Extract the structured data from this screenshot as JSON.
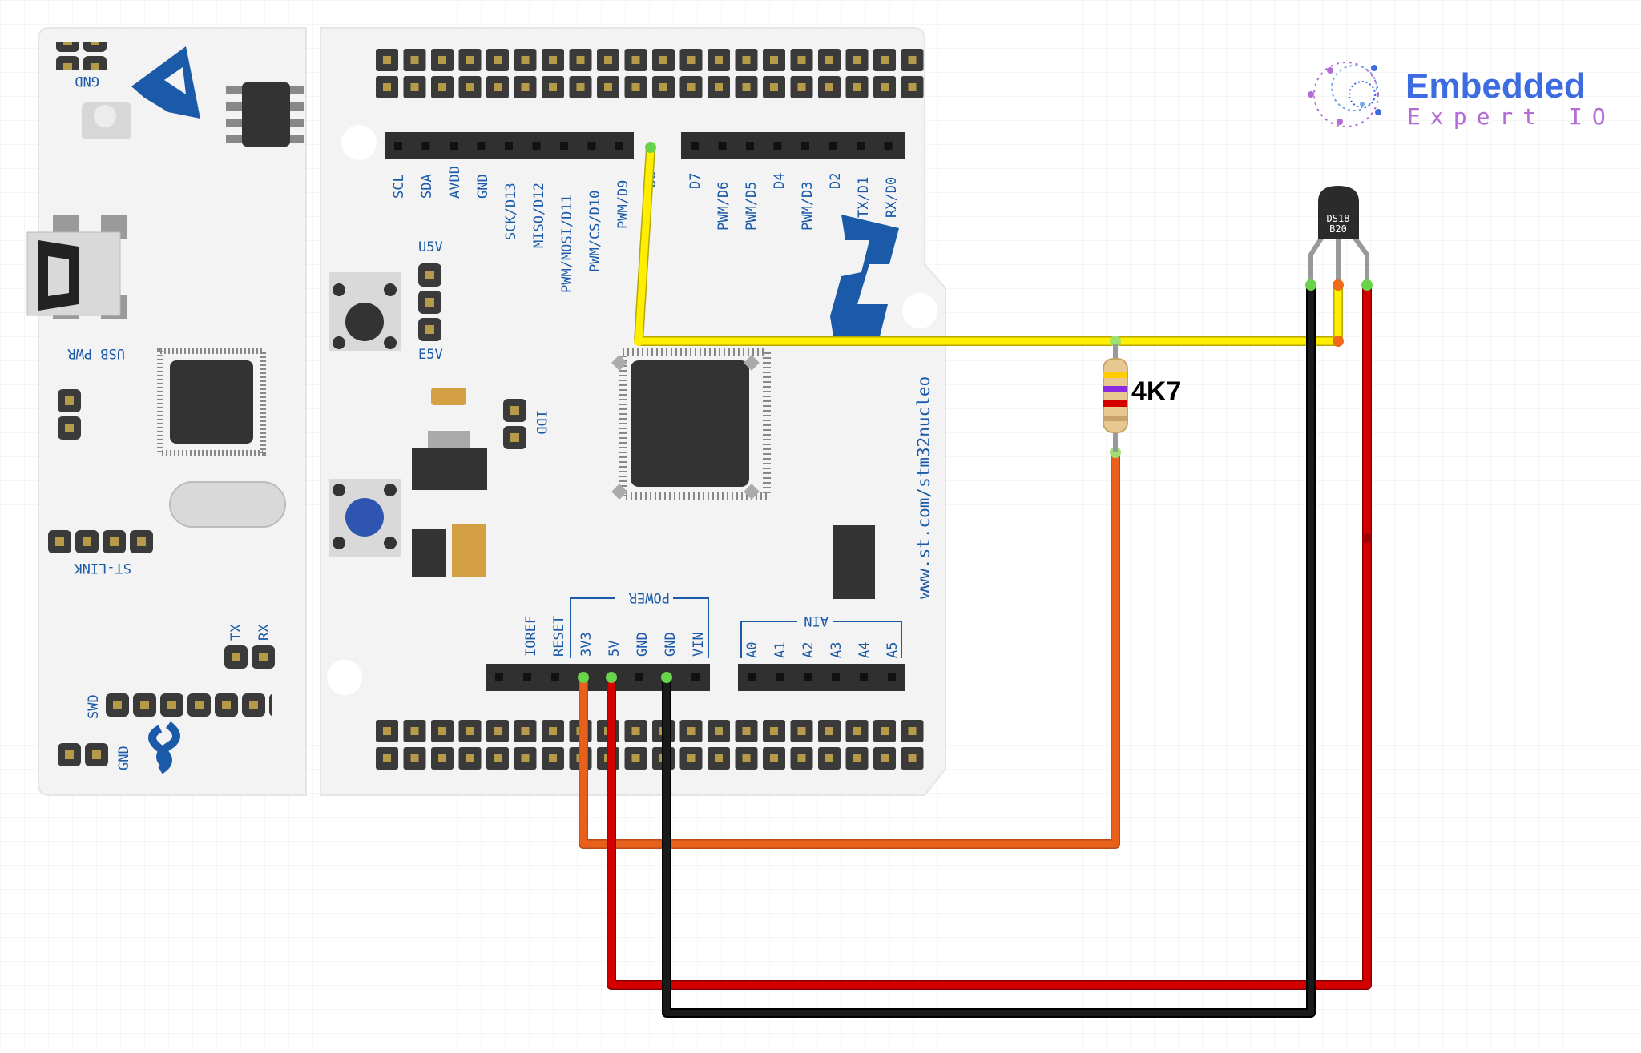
{
  "board": {
    "url_text": "www.st.com/stm32nucleo",
    "top_right_header_labels": [
      "D7",
      "PWM/D6",
      "PWM/D5",
      "D4",
      "PWM/D3",
      "D2",
      "TX/D1",
      "RX/D0"
    ],
    "top_left_header_labels": [
      "SCL",
      "SDA",
      "AVDD",
      "GND",
      "SCK/D13",
      "MISO/D12",
      "PWM/MOSI/D11",
      "PWM/CS/D10",
      "PWM/D9",
      "D8"
    ],
    "power_group_label": "POWER",
    "power_labels": [
      "IOREF",
      "RESET",
      "3V3",
      "5V",
      "GND",
      "GND",
      "VIN"
    ],
    "ain_group_label": "AIN",
    "ain_labels": [
      "A0",
      "A1",
      "A2",
      "A3",
      "A4",
      "A5"
    ],
    "u5v_label": "U5V",
    "e5v_label": "E5V",
    "idd_label": "IDD",
    "gnd_top_label": "GND",
    "usb_pwr_label": "USB PWR",
    "st_link_label": "ST-LINK",
    "tx_label": "TX",
    "rx_label": "RX",
    "swd_label": "SWD",
    "gnd_bottom_label": "GND"
  },
  "resistor": {
    "label": "4K7"
  },
  "sensor": {
    "line1": "DS18",
    "line2": "B20"
  },
  "brand": {
    "line1": "Embedded",
    "line2": "Expert IO"
  },
  "colors": {
    "wire_yellow": "#ffee00",
    "wire_orange": "#e8601c",
    "wire_red": "#d40000",
    "wire_black": "#1a1a1a",
    "silk_blue": "#1a5aa8",
    "brand_blue": "#3d6be0",
    "brand_purple": "#b36bd6"
  }
}
